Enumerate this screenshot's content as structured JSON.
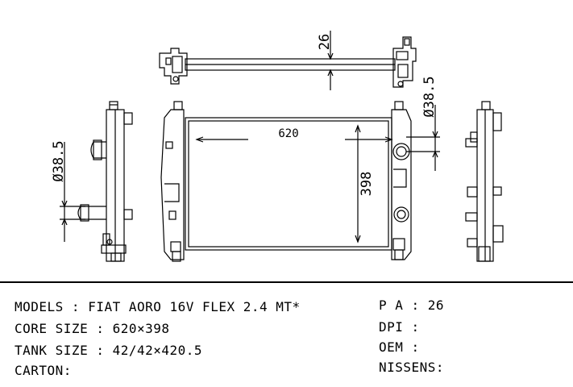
{
  "drawing": {
    "dimensions": {
      "top_thickness": "26",
      "right_pipe": "Ø38.5",
      "left_pipe": "Ø38.5",
      "core_height": "398",
      "core_width": "620"
    }
  },
  "specs": {
    "models": "MODELS : FIAT AORO 16V FLEX 2.4 MT*",
    "core_size": "CORE SIZE : 620×398",
    "tank_size": "TANK SIZE : 42/42×420.5",
    "carton": "CARTON:",
    "pa": "P A : 26",
    "dpi": "DPI :",
    "oem": "OEM :",
    "nissens": "NISSENS:"
  }
}
